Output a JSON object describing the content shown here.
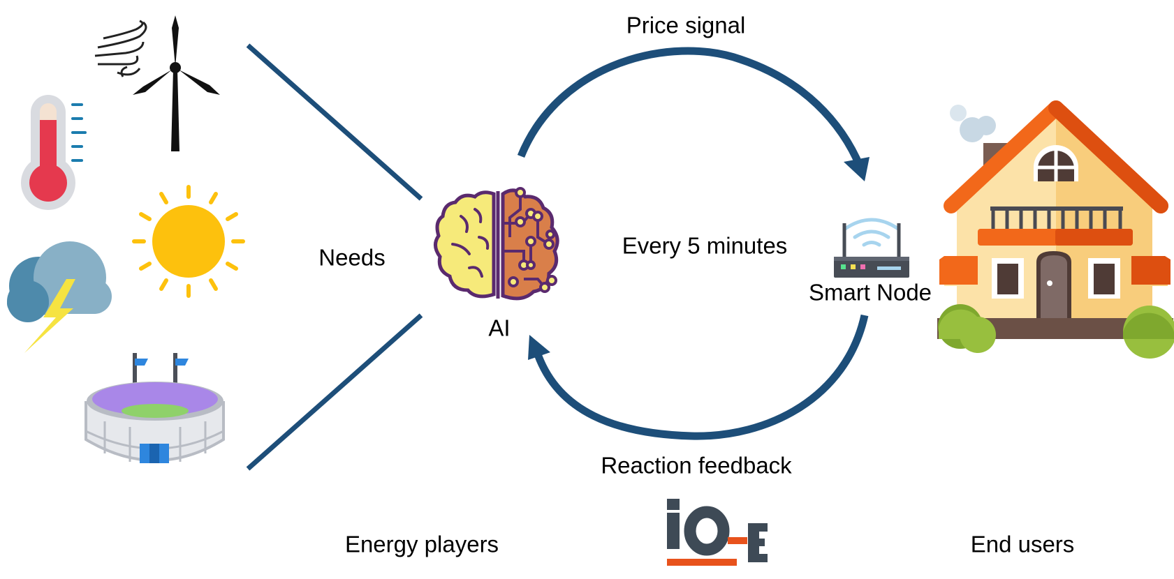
{
  "labels": {
    "price_signal": "Price signal",
    "every_5_minutes": "Every 5 minutes",
    "needs": "Needs",
    "ai": "AI",
    "smart_node": "Smart Node",
    "reaction_feedback": "Reaction feedback",
    "energy_players": "Energy players",
    "end_users": "End users"
  },
  "logo": {
    "part1": "io",
    "part2": "E"
  },
  "colors": {
    "arrow": "#1d4e79",
    "logo_dark": "#3e4a56",
    "logo_accent": "#e8521c"
  },
  "icons": [
    "wind-turbine-icon",
    "thermometer-icon",
    "sun-icon",
    "storm-cloud-icon",
    "stadium-icon",
    "brain-ai-icon",
    "wifi-router-icon",
    "house-icon"
  ]
}
